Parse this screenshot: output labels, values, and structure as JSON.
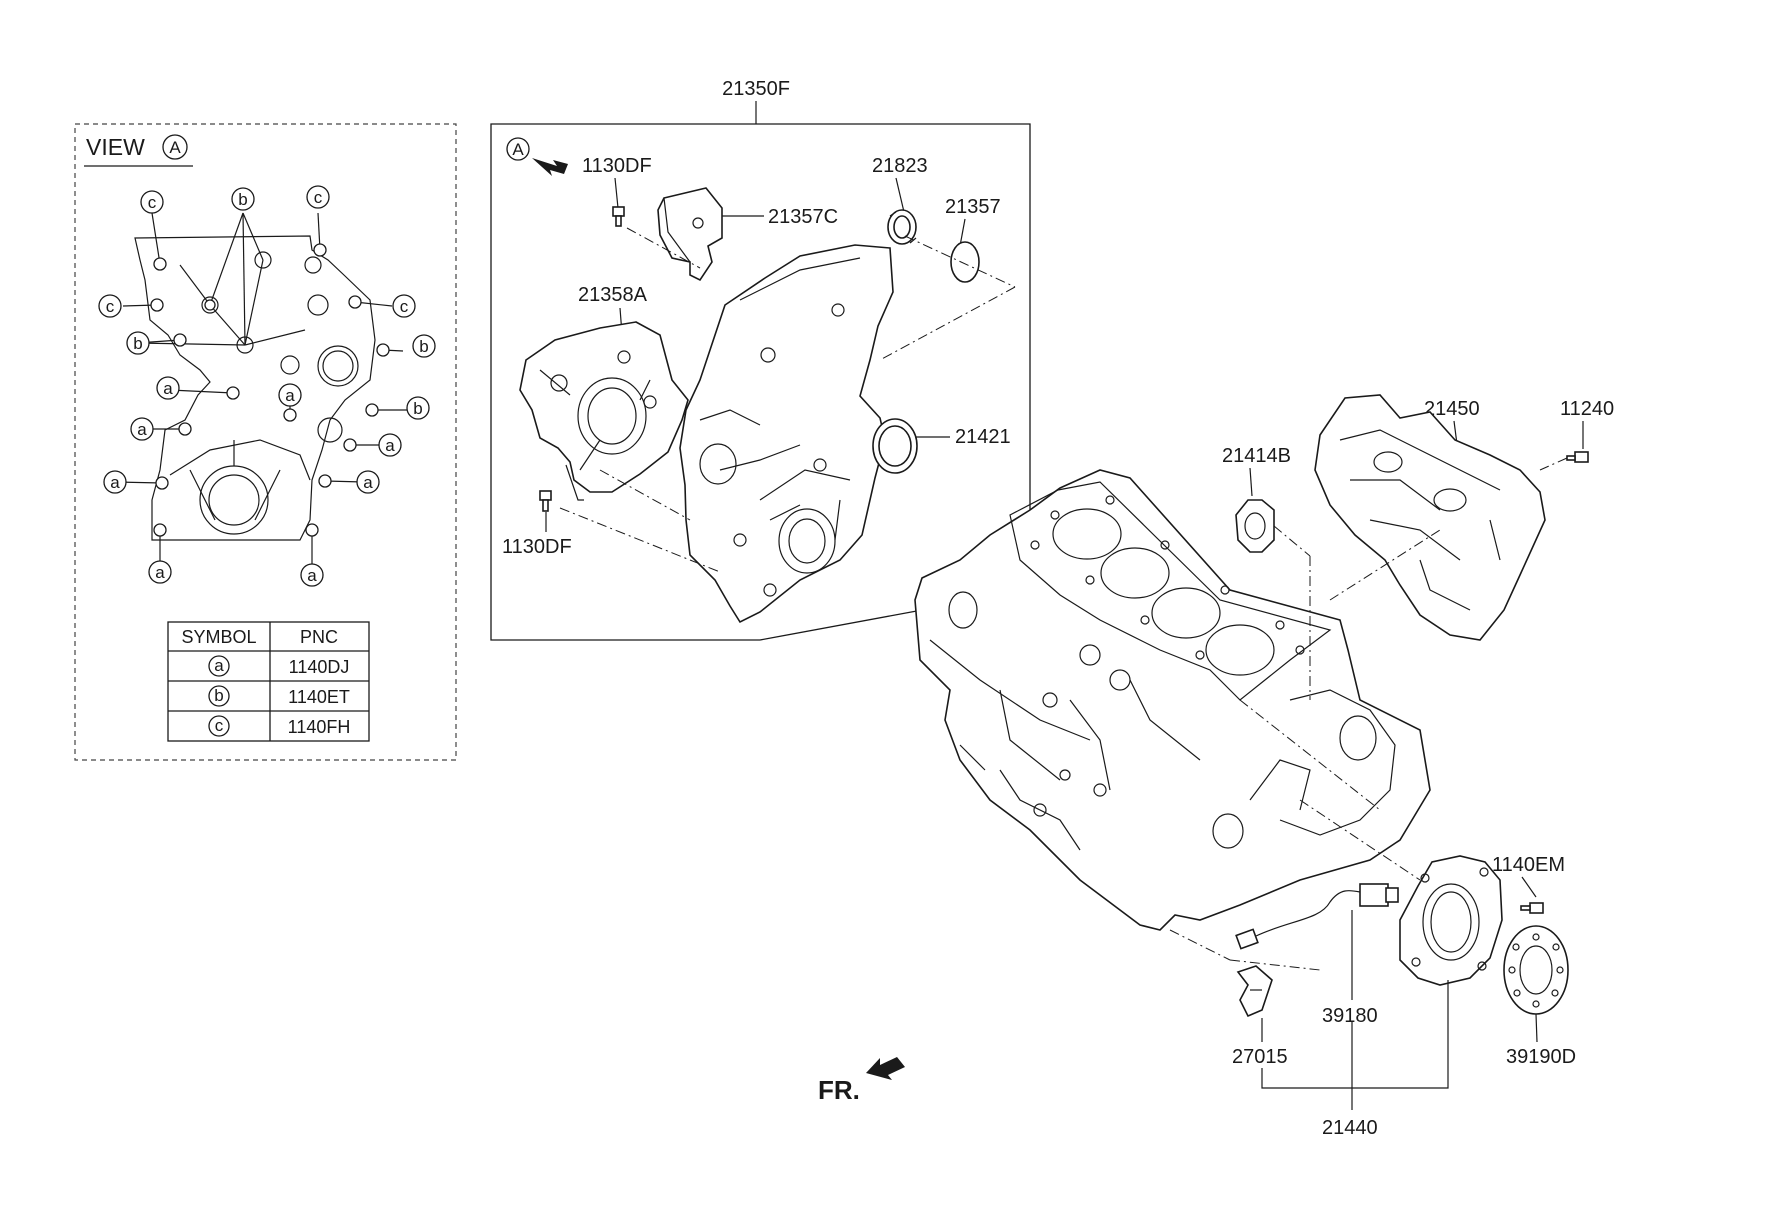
{
  "view": {
    "title": "VIEW",
    "title_symbol": "A",
    "callouts": [
      "c",
      "b",
      "c",
      "c",
      "c",
      "b",
      "b",
      "a",
      "a",
      "a",
      "b",
      "a",
      "a",
      "a",
      "a",
      "a"
    ]
  },
  "symbol_table": {
    "headers": [
      "SYMBOL",
      "PNC"
    ],
    "rows": [
      {
        "symbol": "a",
        "pnc": "1140DJ"
      },
      {
        "symbol": "b",
        "pnc": "1140ET"
      },
      {
        "symbol": "c",
        "pnc": "1140FH"
      }
    ]
  },
  "parts": {
    "p21350F": "21350F",
    "p1130DF_top": "1130DF",
    "p21357C": "21357C",
    "p21823": "21823",
    "p21357": "21357",
    "p21358A": "21358A",
    "p21421": "21421",
    "p1130DF_bottom": "1130DF",
    "p21414B": "21414B",
    "p21450": "21450",
    "p11240": "11240",
    "p1140EM": "1140EM",
    "p39180": "39180",
    "p27015": "27015",
    "p39190D": "39190D",
    "p21440": "21440"
  },
  "arrow_label": "A",
  "front_label": "FR."
}
